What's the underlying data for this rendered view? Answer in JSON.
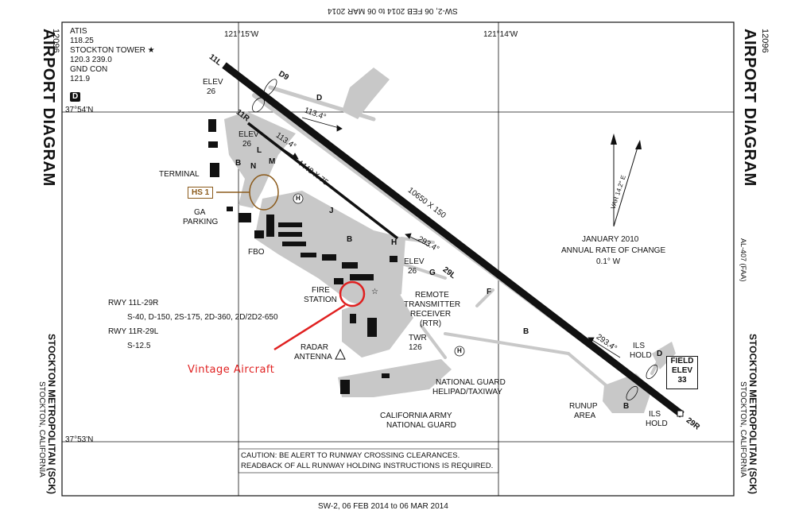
{
  "top_effective": "SW-2, 06 FEB 2014 to 06 MAR 2014",
  "bottom_effective": "SW-2, 06 FEB 2014 to 06 MAR 2014",
  "left_margin": {
    "chart_number": "12096",
    "title": "AIRPORT DIAGRAM",
    "name": "STOCKTON METROPOLITAN (SCK)",
    "city": "STOCKTON, CALIFORNIA"
  },
  "right_margin": {
    "chart_number": "12096",
    "title": "AIRPORT DIAGRAM",
    "name": "STOCKTON METROPOLITAN (SCK)",
    "city": "STOCKTON, CALIFORNIA",
    "al_number": "AL-407 (FAA)"
  },
  "frequencies": {
    "atis_label": "ATIS",
    "atis": "118.25",
    "tower_label": "STOCKTON TOWER ★",
    "tower": "120.3  239.0",
    "gnd_label": "GND CON",
    "gnd": "121.9",
    "d_box": "D"
  },
  "coords": {
    "lon1": "121°15'W",
    "lon2": "121°14'W",
    "lat1": "37°54'N",
    "lat2": "37°53'N"
  },
  "runway_labels": {
    "r11l": "11L",
    "r29r": "29R",
    "r11r": "11R",
    "r29l": "29L",
    "len_main": "10650 X 150",
    "len_small": "4448 X 75",
    "hdg1": "113.4°",
    "hdg2": "113.4°",
    "hdg3": "293.4°",
    "hdg4": "293.4°"
  },
  "elevations": {
    "elev_label": "ELEV",
    "e11l": "26",
    "e11r": "26",
    "e29l": "26"
  },
  "taxiways": {
    "d9": "D9",
    "d": "D",
    "b": "B",
    "n": "N",
    "m": "M",
    "l": "L",
    "j": "J",
    "h": "H",
    "g": "G",
    "f": "F",
    "d2": "D"
  },
  "features": {
    "terminal": "TERMINAL",
    "hs1": "HS 1",
    "ga_parking_1": "GA",
    "ga_parking_2": "PARKING",
    "fbo": "FBO",
    "fire_1": "FIRE",
    "fire_2": "STATION",
    "rtr_1": "REMOTE",
    "rtr_2": "TRANSMITTER",
    "rtr_3": "RECEIVER",
    "rtr_4": "(RTR)",
    "twr_1": "TWR",
    "twr_2": "126",
    "radar_1": "RADAR",
    "radar_2": "ANTENNA",
    "ng_heli_1": "NATIONAL GUARD",
    "ng_heli_2": "HELIPAD/TAXIWAY",
    "army_1": "CALIFORNIA  ARMY",
    "army_2": "NATIONAL  GUARD",
    "runup_1": "RUNUP",
    "runup_2": "AREA",
    "ils1_1": "ILS",
    "ils1_2": "HOLD",
    "ils2_1": "ILS",
    "ils2_2": "HOLD",
    "field_1": "FIELD",
    "field_2": "ELEV",
    "field_3": "33",
    "heli_mark": "H"
  },
  "magnetic": {
    "var": "VAR 14.2° E",
    "date": "JANUARY 2010",
    "rate": "ANNUAL RATE OF CHANGE",
    "value": "0.1° W"
  },
  "declared": {
    "rwy1": "RWY 11L-29R",
    "rwy1_str": "S-40, D-150, 2S-175, 2D-360, 2D/2D2-650",
    "rwy2": "RWY 11R-29L",
    "rwy2_str": "S-12.5"
  },
  "caution": {
    "line1": "CAUTION:  BE ALERT TO RUNWAY CROSSING CLEARANCES.",
    "line2": "READBACK OF ALL RUNWAY HOLDING INSTRUCTIONS IS REQUIRED."
  },
  "annotation": {
    "text": "Vintage Aircraft",
    "color": "#e02020"
  },
  "colors": {
    "runway": "#111111",
    "taxi": "#c8c8c8",
    "hs": "#8b5a1a",
    "annotation": "#e02020"
  }
}
